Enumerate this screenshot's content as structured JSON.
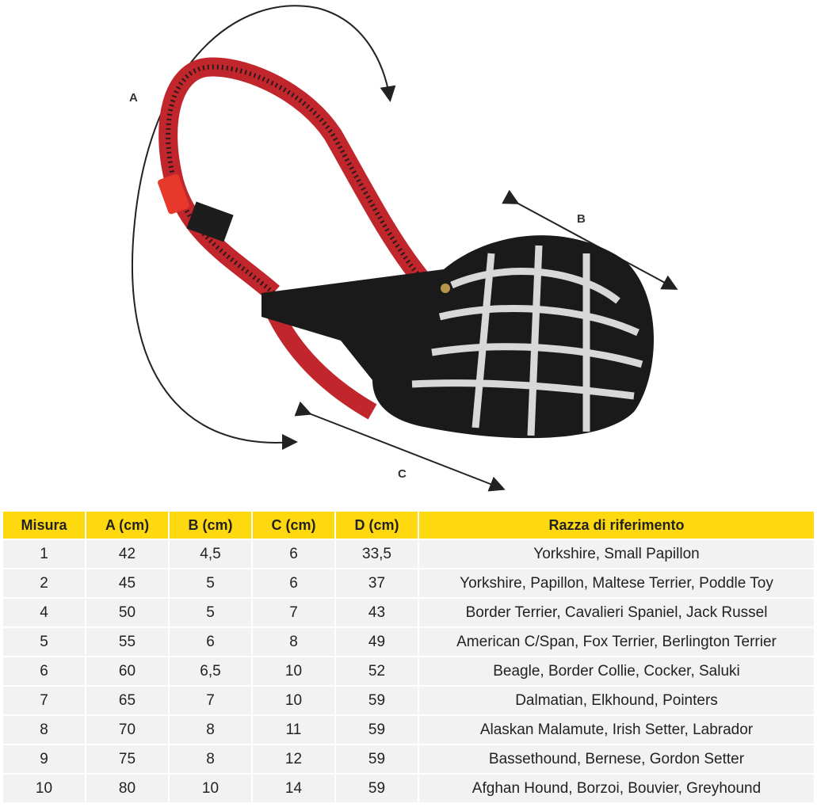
{
  "illustration": {
    "labels": {
      "a": "A",
      "b": "B",
      "c": "C"
    },
    "colors": {
      "strap": "#c0262b",
      "cage": "#1a1a1a",
      "buckle": "#e8382c"
    }
  },
  "table": {
    "headers": [
      "Misura",
      "A (cm)",
      "B (cm)",
      "C (cm)",
      "D (cm)",
      "Razza di riferimento"
    ],
    "rows": [
      [
        "1",
        "42",
        "4,5",
        "6",
        "33,5",
        "Yorkshire, Small Papillon"
      ],
      [
        "2",
        "45",
        "5",
        "6",
        "37",
        "Yorkshire, Papillon, Maltese Terrier, Poddle Toy"
      ],
      [
        "4",
        "50",
        "5",
        "7",
        "43",
        "Border Terrier, Cavalieri Spaniel, Jack Russel"
      ],
      [
        "5",
        "55",
        "6",
        "8",
        "49",
        "American C/Span, Fox Terrier, Berlington Terrier"
      ],
      [
        "6",
        "60",
        "6,5",
        "10",
        "52",
        "Beagle, Border Collie, Cocker, Saluki"
      ],
      [
        "7",
        "65",
        "7",
        "10",
        "59",
        "Dalmatian, Elkhound, Pointers"
      ],
      [
        "8",
        "70",
        "8",
        "11",
        "59",
        "Alaskan Malamute, Irish Setter, Labrador"
      ],
      [
        "9",
        "75",
        "8",
        "12",
        "59",
        "Bassethound, Bernese, Gordon Setter"
      ],
      [
        "10",
        "80",
        "10",
        "14",
        "59",
        "Afghan Hound, Borzoi, Bouvier, Greyhound"
      ]
    ],
    "header_color": "#ffd90f"
  }
}
